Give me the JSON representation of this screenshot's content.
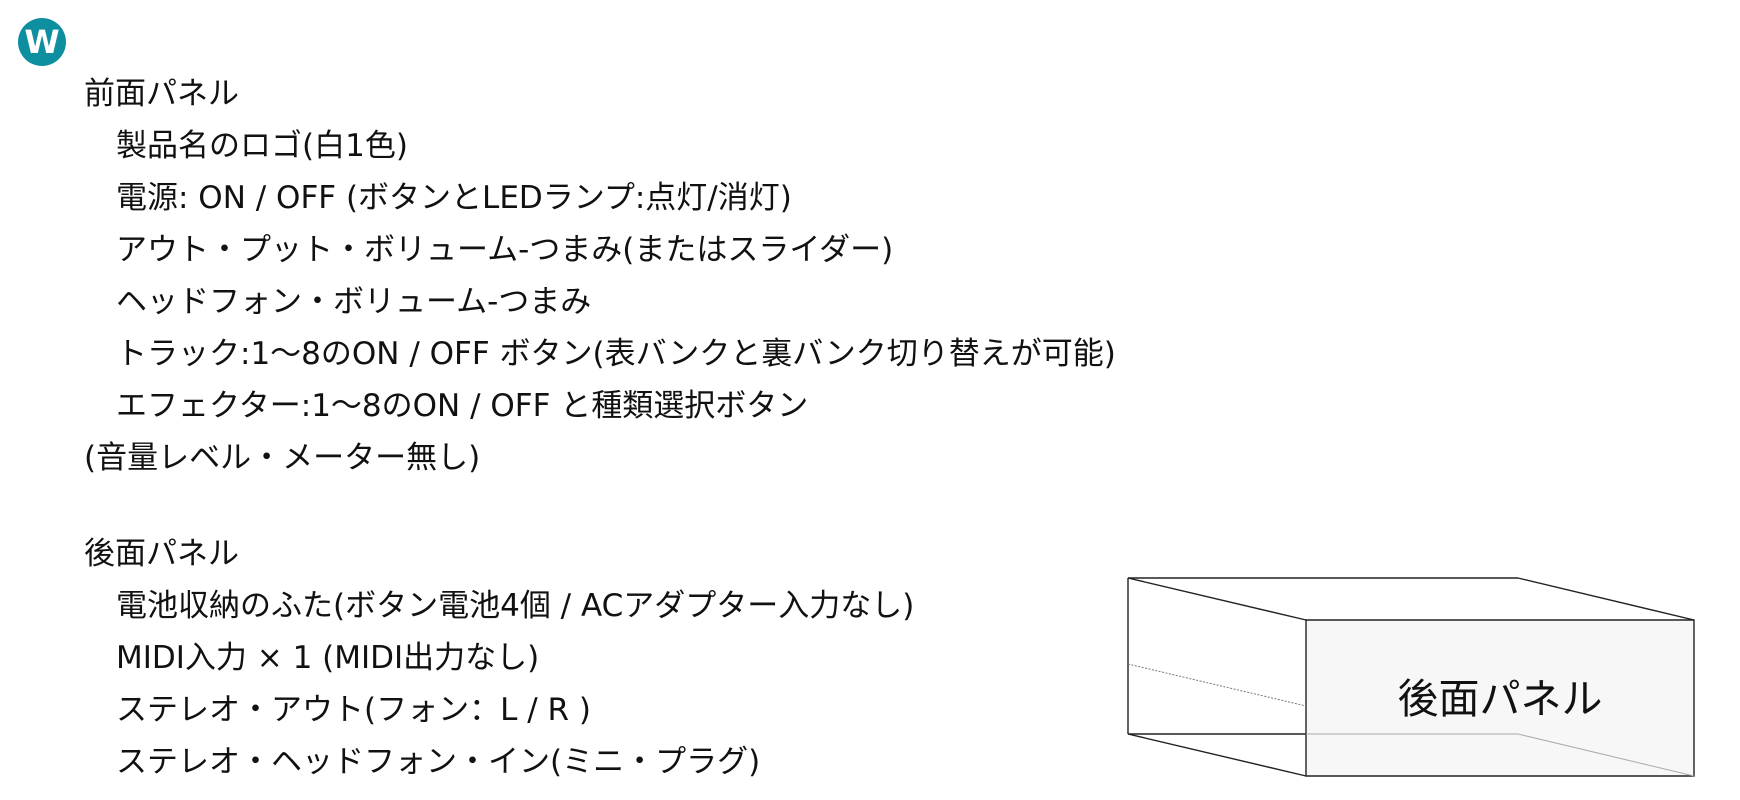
{
  "logo": {
    "letter": "W",
    "color": "#0e8fa0"
  },
  "front_panel": {
    "heading": "前面パネル",
    "items": [
      "製品名のロゴ(白1色)",
      "電源: ON / OFF (ボタンとLEDランプ:点灯/消灯)",
      "アウト・プット・ボリューム-つまみ(またはスライダー)",
      "ヘッドフォン・ボリューム-つまみ",
      "トラック:1〜8のON / OFF ボタン(表バンクと裏バンク切り替えが可能)",
      "エフェクター:1〜8のON / OFF と種類選択ボタン"
    ],
    "note": "(音量レベル・メーター無し)"
  },
  "rear_panel": {
    "heading": "後面パネル",
    "items": [
      "電池収納のふた(ボタン電池4個 / ACアダプター入力なし)",
      "MIDI入力 × 1 (MIDI出力なし)",
      "ステレオ・アウト(フォン：L / R )",
      "ステレオ・ヘッドフォン・イン(ミニ・プラグ)"
    ]
  },
  "diagram": {
    "label": "後面パネル",
    "face_color": "#f7f7f7",
    "stroke_color": "#222222"
  }
}
